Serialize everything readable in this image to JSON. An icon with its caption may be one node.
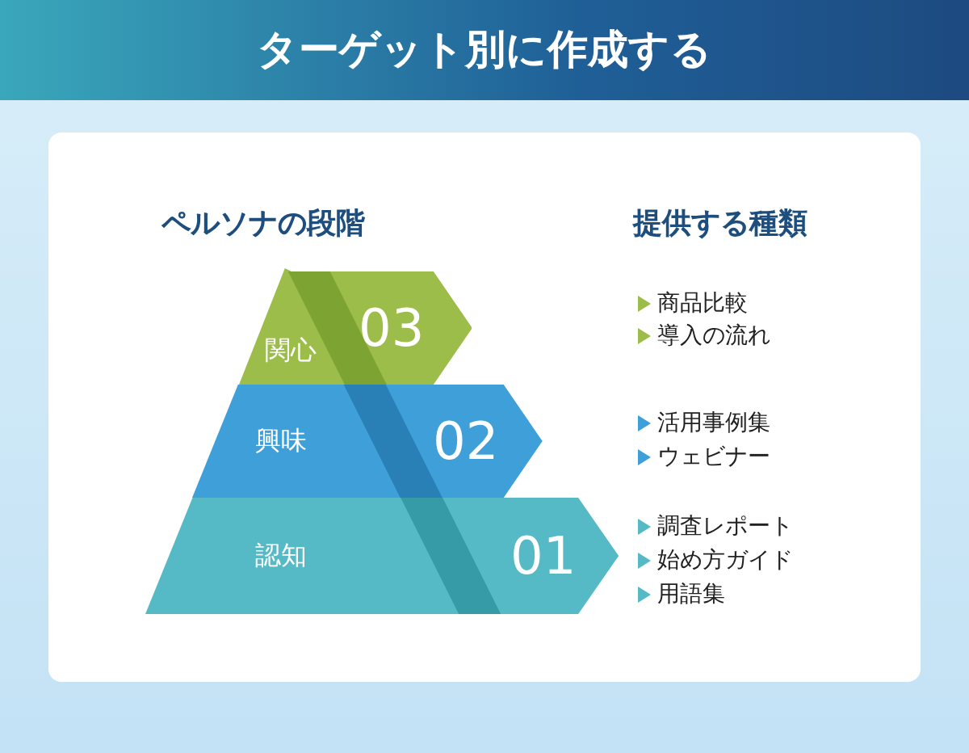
{
  "diagram": {
    "title": "ターゲット別に作成する",
    "nodes": [
      {
        "text": [
          "関心",
          "03"
        ]
      },
      {
        "text": [
          "興味",
          "02"
        ]
      },
      {
        "text": [
          "認知",
          "01"
        ]
      }
    ],
    "labels": [
      "ペルソナの段階",
      "提供する種類",
      "商品比較",
      "導入の流れ",
      "活用事例集",
      "ウェビナー",
      "調査レポート",
      "始め方ガイド",
      "用語集"
    ]
  }
}
